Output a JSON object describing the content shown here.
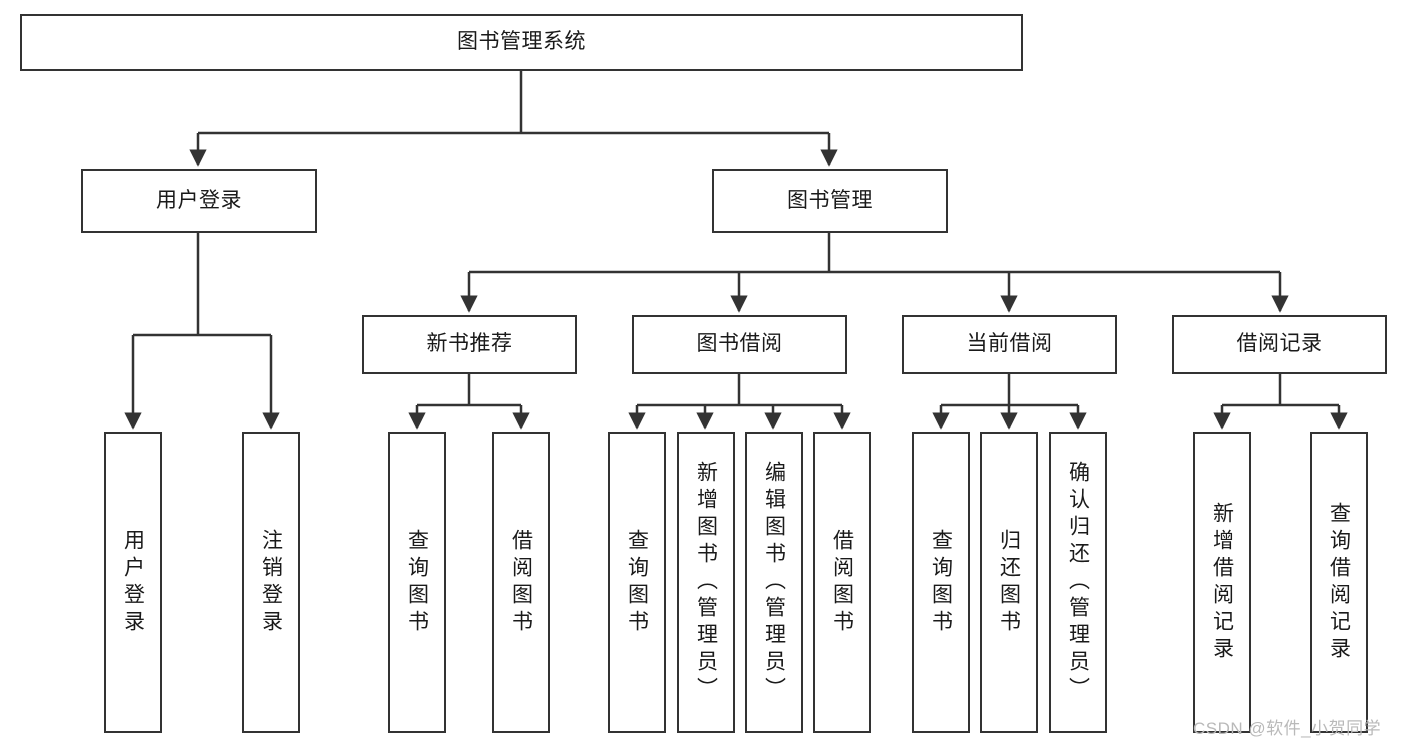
{
  "diagram": {
    "title": "图书管理系统",
    "watermark": "CSDN @软件_小贺同学",
    "colors": {
      "box_border": "#333333",
      "box_fill": "#ffffff",
      "edge": "#333333",
      "text": "#1a1a1a",
      "watermark": "#b9b9b9"
    },
    "root": {
      "label": "图书管理系统"
    },
    "level1": [
      {
        "label": "用户登录"
      },
      {
        "label": "图书管理"
      }
    ],
    "level2": [
      {
        "label": "新书推荐"
      },
      {
        "label": "图书借阅"
      },
      {
        "label": "当前借阅"
      },
      {
        "label": "借阅记录"
      }
    ],
    "leaves": [
      {
        "label": "用户登录"
      },
      {
        "label": "注销登录"
      },
      {
        "label": "查询图书"
      },
      {
        "label": "借阅图书"
      },
      {
        "label": "查询图书"
      },
      {
        "label": "新增图书（管理员）"
      },
      {
        "label": "编辑图书（管理员）"
      },
      {
        "label": "借阅图书"
      },
      {
        "label": "查询图书"
      },
      {
        "label": "归还图书"
      },
      {
        "label": "确认归还（管理员）"
      },
      {
        "label": "新增借阅记录"
      },
      {
        "label": "查询借阅记录"
      }
    ]
  }
}
